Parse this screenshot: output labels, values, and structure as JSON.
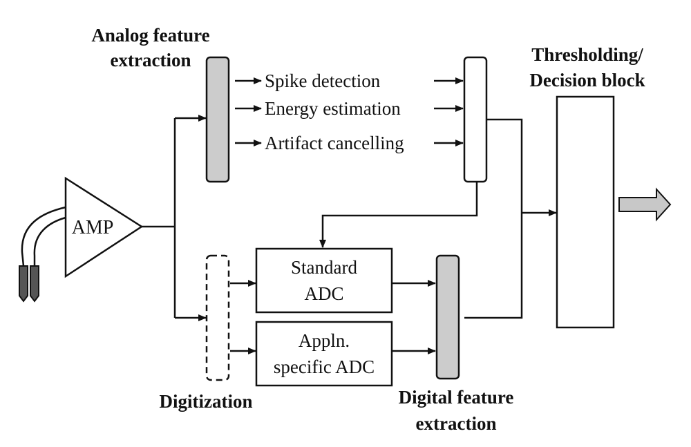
{
  "labels": {
    "analog_feature_extraction": [
      "Analog feature",
      "extraction"
    ],
    "thresholding_block": [
      "Thresholding/",
      "Decision block"
    ],
    "spike_detection": "Spike detection",
    "energy_estimation": "Energy estimation",
    "artifact_cancelling": "Artifact cancelling",
    "amp": "AMP",
    "standard_adc": [
      "Standard",
      "ADC"
    ],
    "appln_specific_adc": [
      "Appln.",
      "specific ADC"
    ],
    "digitization": "Digitization",
    "digital_feature_extraction": [
      "Digital feature",
      "extraction"
    ]
  },
  "colors": {
    "stroke": "#111111",
    "feature_block_fill": "#cccccc",
    "output_arrow_fill": "#c8c8c8",
    "electrode_fill": "#555555"
  }
}
